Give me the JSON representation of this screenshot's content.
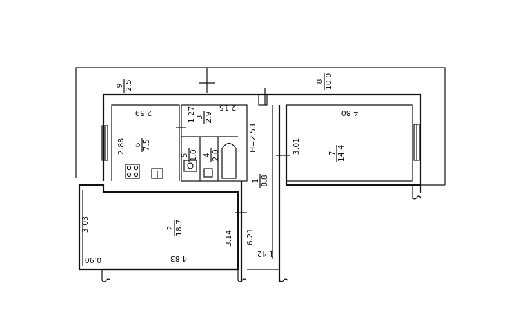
{
  "plan": {
    "rooms": [
      {
        "num": "1",
        "area": "8.8"
      },
      {
        "num": "2",
        "area": "18.7"
      },
      {
        "num": "3",
        "area": "2.9"
      },
      {
        "num": "4",
        "area": "2.0"
      },
      {
        "num": "5",
        "area": "1.0"
      },
      {
        "num": "6",
        "area": "7.5"
      },
      {
        "num": "7",
        "area": "14.4"
      },
      {
        "num": "8",
        "area": "10.0"
      },
      {
        "num": "9",
        "area": "2.5"
      }
    ],
    "dimensions": {
      "kitchen_width": "2.59",
      "kitchen_depth": "2.88",
      "wc_width": "1.27",
      "hall_width": "2.15",
      "ceiling_height": "H=2.53",
      "bedroom_depth": "3.01",
      "bedroom_width": "4.80",
      "living_width": "4.83",
      "living_depth": "3.03",
      "balcony_width": "0.90",
      "living_side": "3.14",
      "corridor_length": "6.21",
      "corridor_width": "1.42"
    }
  }
}
